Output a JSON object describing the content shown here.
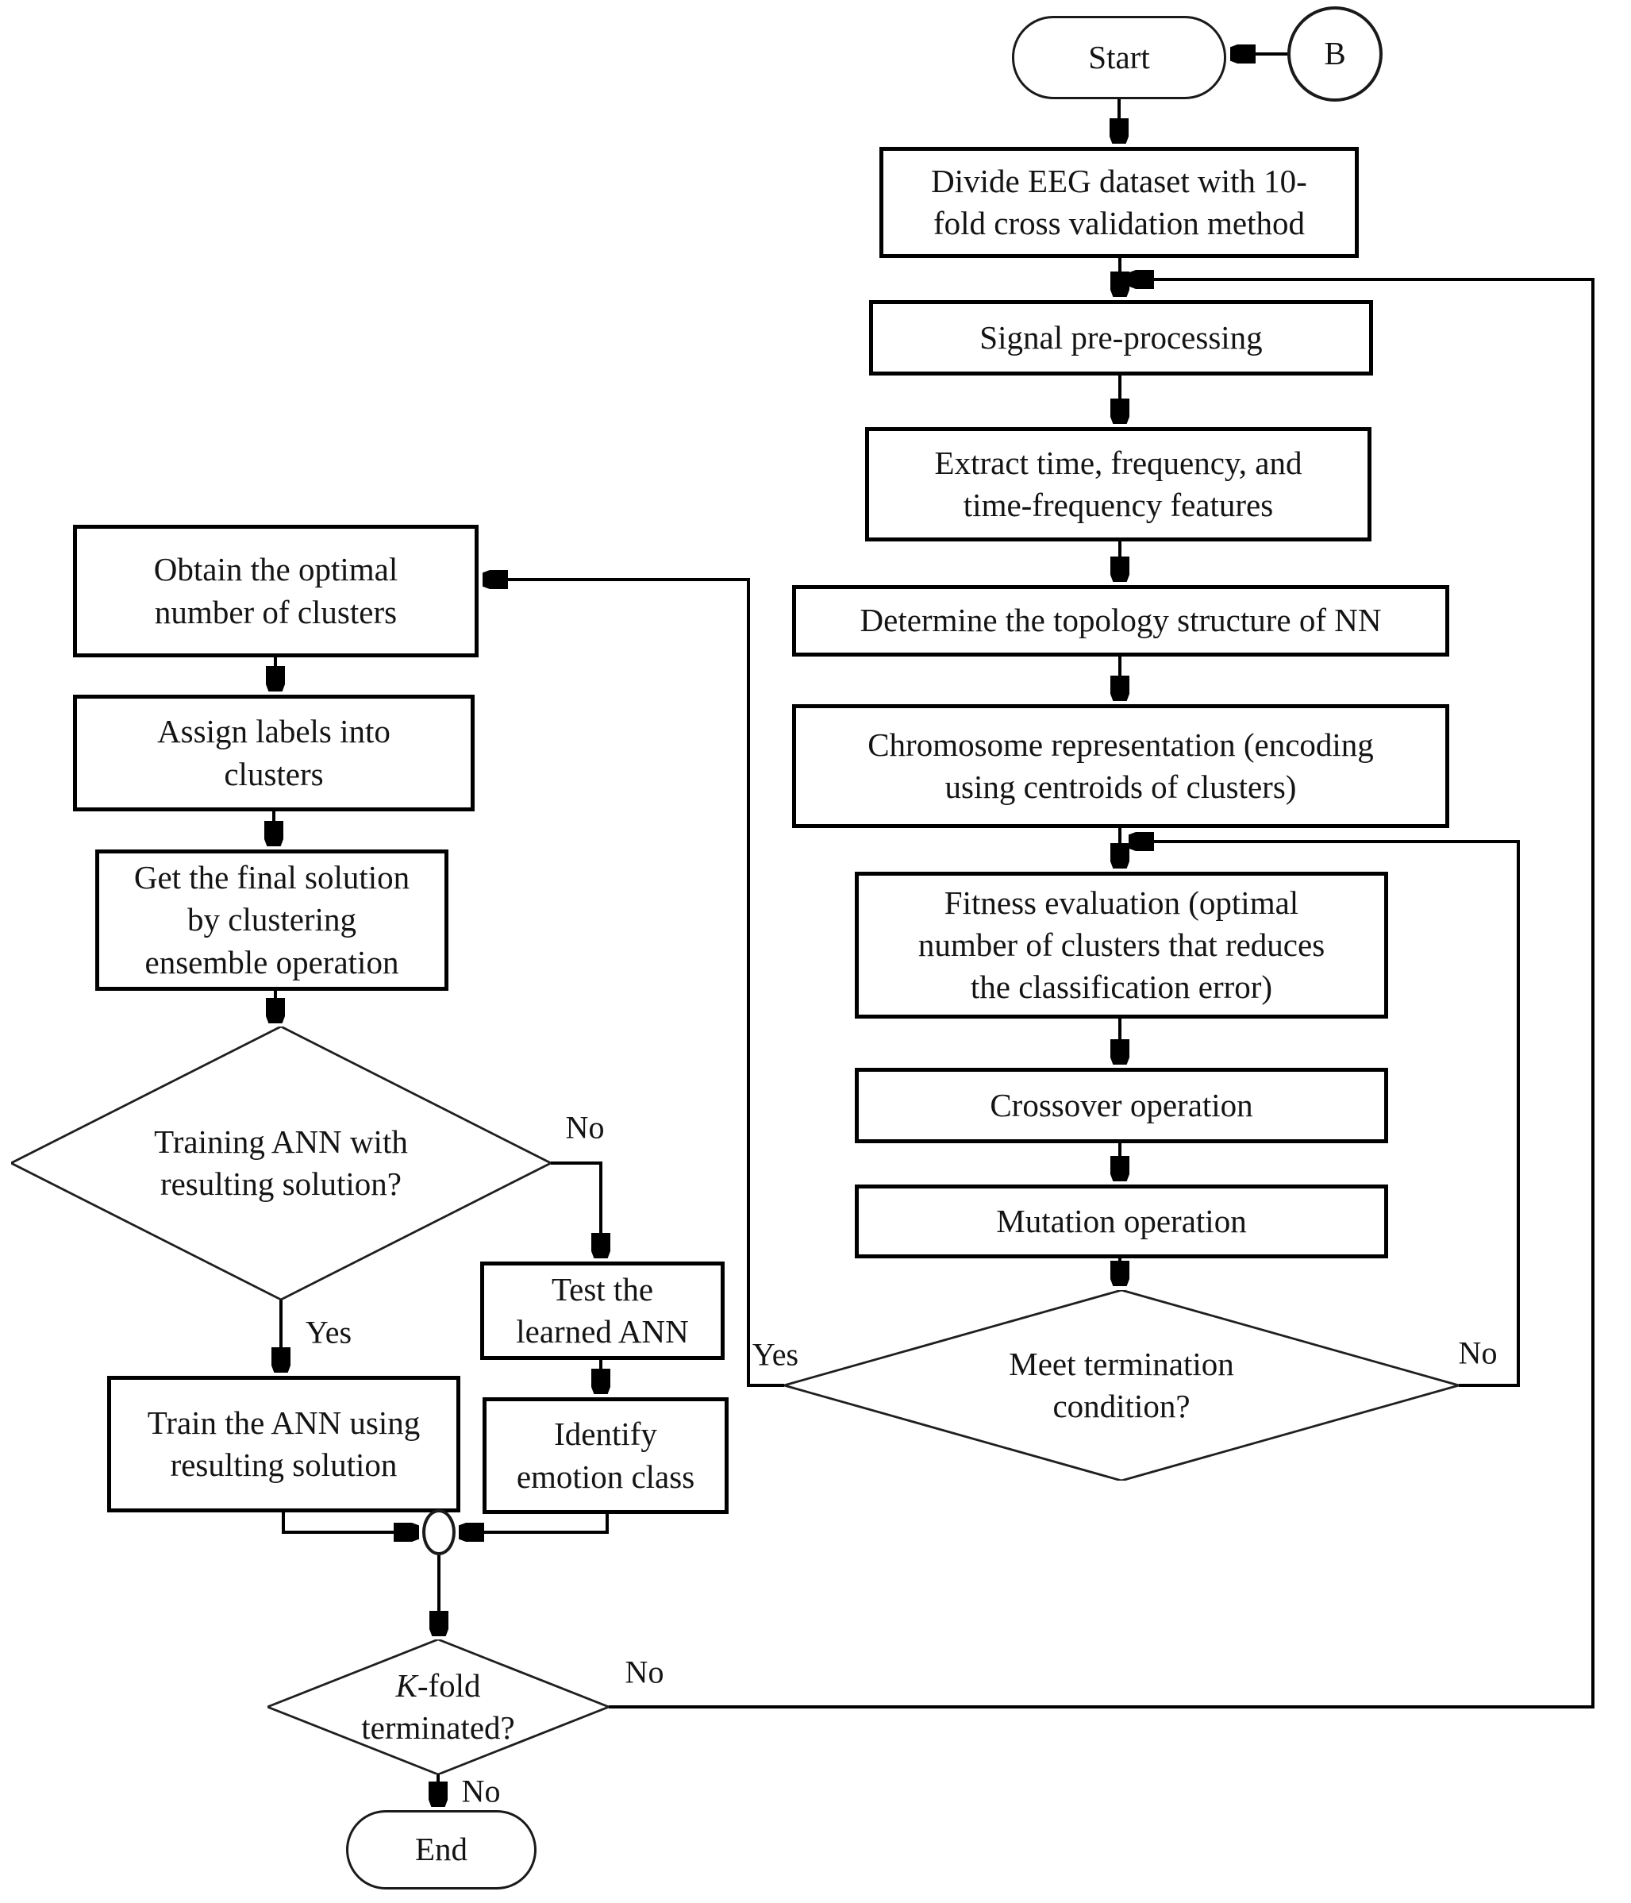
{
  "diagram": {
    "type": "flowchart",
    "description": "EEG emotion classification flowchart using 10-fold cross validation, GA-based clustering and ANN",
    "colors": {
      "line": "#000000",
      "text": "#141414",
      "background": "#ffffff"
    },
    "nodes": {
      "start": {
        "shape": "terminator",
        "label": "Start"
      },
      "connector_b": {
        "shape": "connector",
        "label": "B"
      },
      "divide_dataset": {
        "shape": "process",
        "label": "Divide EEG dataset with 10-\nfold cross validation method"
      },
      "signal_preprocessing": {
        "shape": "process",
        "label": "Signal pre-processing"
      },
      "extract_features": {
        "shape": "process",
        "label": "Extract time, frequency, and\ntime-frequency features"
      },
      "determine_topology": {
        "shape": "process",
        "label": "Determine the topology structure of NN"
      },
      "chromosome_representation": {
        "shape": "process",
        "label": "Chromosome representation (encoding\nusing centroids of clusters)"
      },
      "fitness_evaluation": {
        "shape": "process",
        "label": "Fitness evaluation (optimal\nnumber of clusters that reduces\nthe classification error)"
      },
      "crossover_operation": {
        "shape": "process",
        "label": "Crossover operation"
      },
      "mutation_operation": {
        "shape": "process",
        "label": "Mutation operation"
      },
      "meet_termination": {
        "shape": "decision",
        "label": "Meet termination\ncondition?"
      },
      "obtain_clusters": {
        "shape": "process",
        "label": "Obtain the optimal\nnumber of clusters"
      },
      "assign_labels": {
        "shape": "process",
        "label": "Assign labels into\nclusters"
      },
      "final_solution": {
        "shape": "process",
        "label": "Get the final solution\nby clustering\nensemble operation"
      },
      "training_decision": {
        "shape": "decision",
        "label": "Training ANN with\nresulting solution?"
      },
      "train_ann": {
        "shape": "process",
        "label": "Train the ANN using\nresulting solution"
      },
      "test_ann": {
        "shape": "process",
        "label": "Test the\nlearned ANN"
      },
      "identify_emotion": {
        "shape": "process",
        "label": "Identify\nemotion class"
      },
      "merge_connector": {
        "shape": "connector",
        "label": ""
      },
      "kfold_decision": {
        "shape": "decision",
        "label_italic": "K",
        "label_rest": "-fold\nterminated?"
      },
      "end": {
        "shape": "terminator",
        "label": "End"
      }
    },
    "edge_labels": {
      "meet_termination_yes": "Yes",
      "meet_termination_no": "No",
      "training_yes": "Yes",
      "training_no": "No",
      "kfold_no_right": "No",
      "kfold_no_down": "No"
    },
    "edges": [
      {
        "from": "connector_b",
        "to": "start",
        "label": ""
      },
      {
        "from": "start",
        "to": "divide_dataset",
        "label": ""
      },
      {
        "from": "divide_dataset",
        "to": "signal_preprocessing",
        "label": ""
      },
      {
        "from": "signal_preprocessing",
        "to": "extract_features",
        "label": ""
      },
      {
        "from": "extract_features",
        "to": "determine_topology",
        "label": ""
      },
      {
        "from": "determine_topology",
        "to": "chromosome_representation",
        "label": ""
      },
      {
        "from": "chromosome_representation",
        "to": "fitness_evaluation",
        "label": ""
      },
      {
        "from": "fitness_evaluation",
        "to": "crossover_operation",
        "label": ""
      },
      {
        "from": "crossover_operation",
        "to": "mutation_operation",
        "label": ""
      },
      {
        "from": "mutation_operation",
        "to": "meet_termination",
        "label": ""
      },
      {
        "from": "meet_termination",
        "to": "fitness_evaluation",
        "label": "No"
      },
      {
        "from": "meet_termination",
        "to": "obtain_clusters",
        "label": "Yes"
      },
      {
        "from": "obtain_clusters",
        "to": "assign_labels",
        "label": ""
      },
      {
        "from": "assign_labels",
        "to": "final_solution",
        "label": ""
      },
      {
        "from": "final_solution",
        "to": "training_decision",
        "label": ""
      },
      {
        "from": "training_decision",
        "to": "train_ann",
        "label": "Yes"
      },
      {
        "from": "training_decision",
        "to": "test_ann",
        "label": "No"
      },
      {
        "from": "test_ann",
        "to": "identify_emotion",
        "label": ""
      },
      {
        "from": "train_ann",
        "to": "merge_connector",
        "label": ""
      },
      {
        "from": "identify_emotion",
        "to": "merge_connector",
        "label": ""
      },
      {
        "from": "merge_connector",
        "to": "kfold_decision",
        "label": ""
      },
      {
        "from": "kfold_decision",
        "to": "signal_preprocessing",
        "label": "No"
      },
      {
        "from": "kfold_decision",
        "to": "end",
        "label": "No"
      }
    ]
  }
}
